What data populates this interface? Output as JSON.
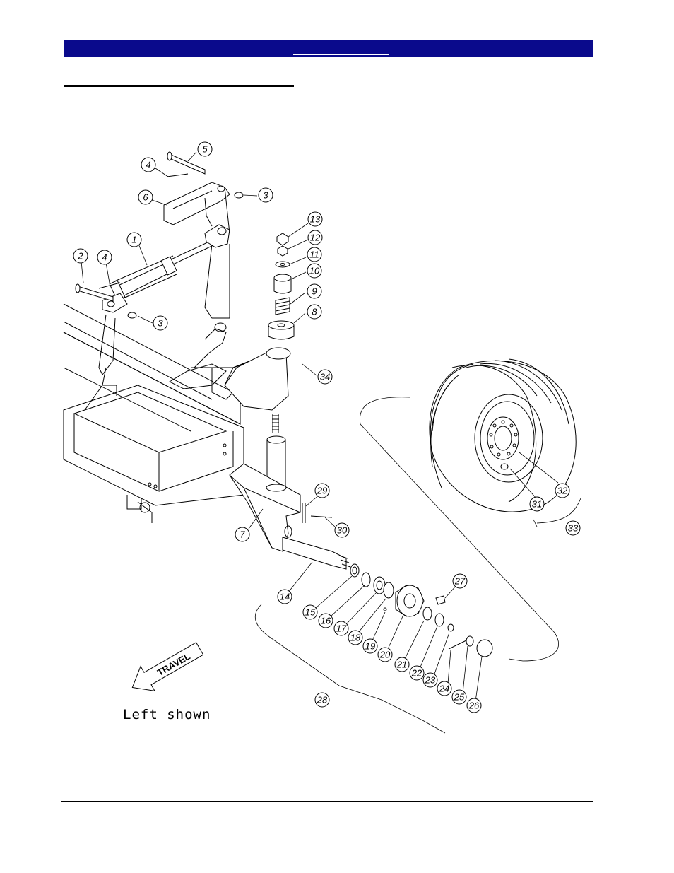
{
  "header": {
    "title": ""
  },
  "section": {
    "title": ""
  },
  "diagram": {
    "travel_label": "TRAVEL",
    "note": "Left shown",
    "callouts": [
      "1",
      "2",
      "3",
      "3",
      "4",
      "4",
      "5",
      "6",
      "7",
      "8",
      "9",
      "10",
      "11",
      "12",
      "13",
      "14",
      "15",
      "16",
      "17",
      "18",
      "19",
      "20",
      "21",
      "22",
      "23",
      "24",
      "25",
      "26",
      "27",
      "28",
      "29",
      "30",
      "31",
      "32",
      "33",
      "34"
    ]
  },
  "colors": {
    "header_bar": "#0a0a8c",
    "line": "#000000",
    "background": "#ffffff"
  }
}
